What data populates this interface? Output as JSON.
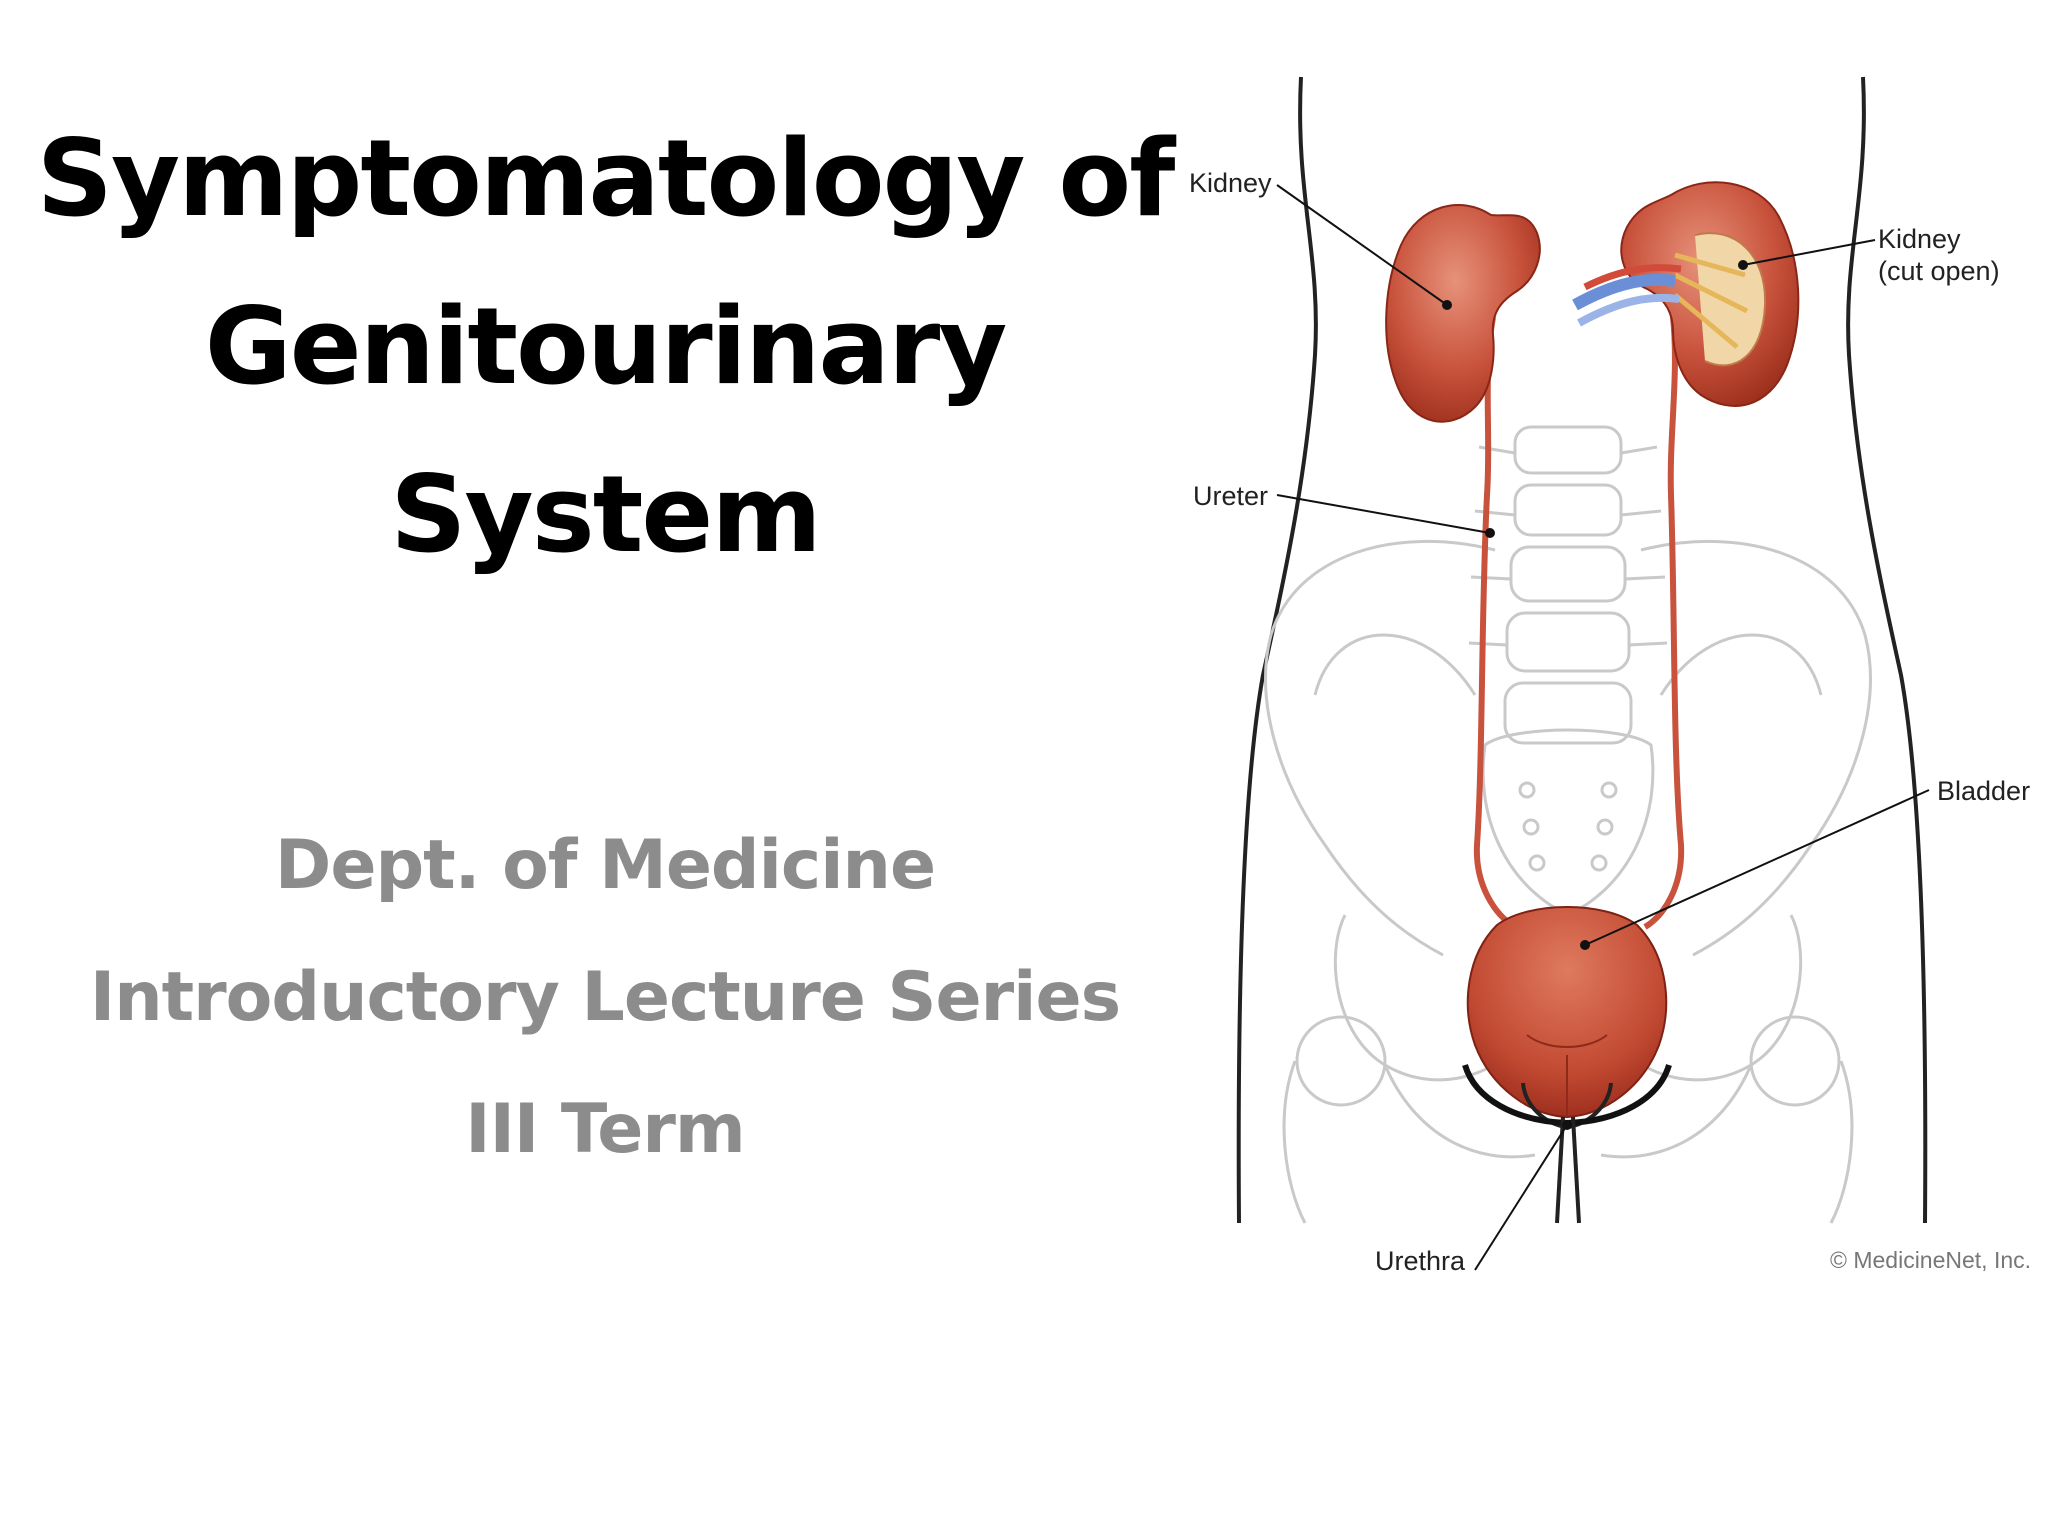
{
  "slide": {
    "title_lines": [
      "Symptomatology of",
      "Genitourinary",
      "System"
    ],
    "subtitle_lines": [
      "Dept. of Medicine",
      "Introductory Lecture Series",
      "III Term"
    ]
  },
  "diagram": {
    "labels": {
      "kidney": "Kidney",
      "kidney_cut_line1": "Kidney",
      "kidney_cut_line2": "(cut open)",
      "ureter": "Ureter",
      "bladder": "Bladder",
      "urethra": "Urethra"
    },
    "copyright": "© MedicineNet, Inc.",
    "colors": {
      "organ": "#c8523c",
      "organ_dark": "#a8321f",
      "bone_outline": "#c9c9c9",
      "body_outline": "#222222"
    }
  }
}
